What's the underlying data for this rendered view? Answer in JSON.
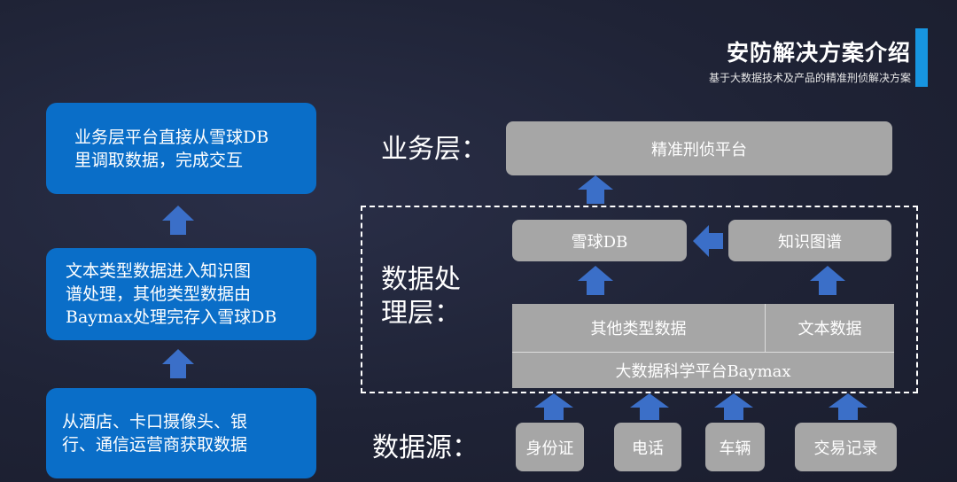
{
  "header": {
    "title": "安防解决方案介绍",
    "subtitle": "基于大数据技术及产品的精准刑侦解决方案"
  },
  "left_steps": {
    "step1": [
      "业务层平台直接从雪球DB",
      "里调取数据，完成交互"
    ],
    "step2": [
      "文本类型数据进入知识图",
      "谱处理，其他类型数据由",
      "Baymax处理完存入雪球DB"
    ],
    "step3": [
      "从酒店、卡口摄像头、银",
      "行、通信运营商获取数据"
    ]
  },
  "layers": {
    "business_label": "业务层：",
    "processing_label": [
      "数据处",
      "理层："
    ],
    "source_label": "数据源："
  },
  "business": {
    "platform": "精准刑侦平台"
  },
  "processing": {
    "snowball_db": "雪球DB",
    "knowledge_graph": "知识图谱",
    "other_data": "其他类型数据",
    "text_data": "文本数据",
    "baymax": "大数据科学平台Baymax"
  },
  "sources": [
    "身份证",
    "电话",
    "车辆",
    "交易记录"
  ],
  "colors": {
    "accent": "#1795e0",
    "left_box": "#0a6ec8",
    "arrow": "#3b6fc8",
    "grey_box": "#a6a6a6"
  }
}
